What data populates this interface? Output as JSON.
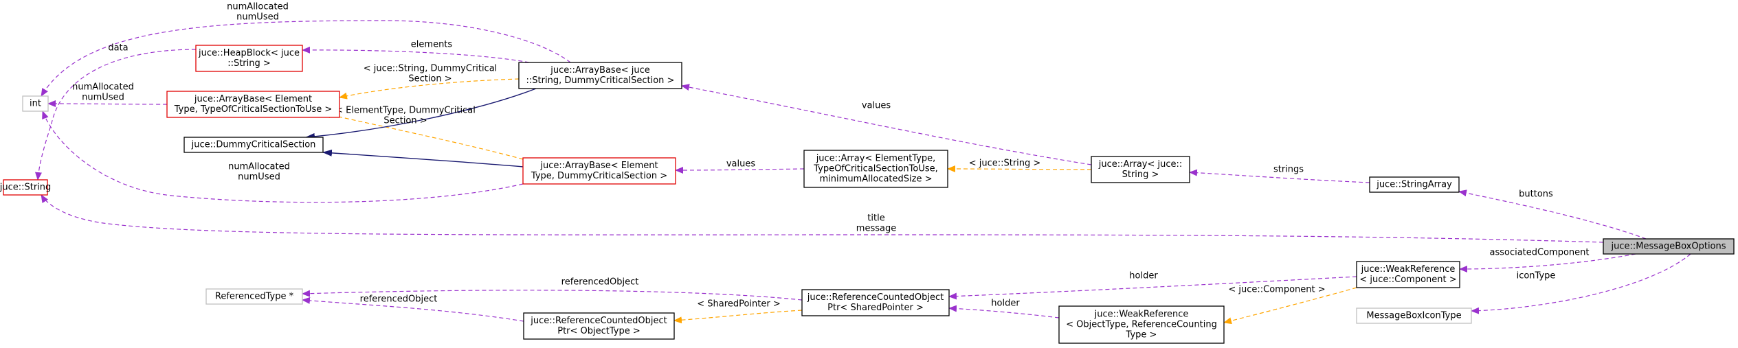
{
  "colors": {
    "usage_edge": "#9a32cd",
    "template_edge": "#ffa500",
    "inheritance_edge": "#191970",
    "red_border": "#e00000",
    "grey_border": "#bfbfbf",
    "focus_fill": "#bfbfbf"
  },
  "nodes": {
    "int": [
      "int"
    ],
    "heap": [
      "juce::HeapBlock< juce",
      "::String >"
    ],
    "abetc": [
      "juce::ArrayBase< Element",
      "Type, TypeOfCriticalSectionToUse >"
    ],
    "dcs": [
      "juce::DummyCriticalSection"
    ],
    "string": [
      "juce::String"
    ],
    "abjs": [
      "juce::ArrayBase< juce",
      "::String, DummyCriticalSection >"
    ],
    "abedc": [
      "juce::ArrayBase< Element",
      "Type, DummyCriticalSection >"
    ],
    "arr_tmpl": [
      "juce::Array< ElementType,",
      "TypeOfCriticalSectionToUse,",
      "minimumAllocatedSize >"
    ],
    "arr_str": [
      "juce::Array< juce::",
      "String >"
    ],
    "strarr": [
      "juce::StringArray"
    ],
    "mbo": [
      "juce::MessageBoxOptions"
    ],
    "weakref_comp": [
      "juce::WeakReference",
      "< juce::Component >"
    ],
    "mbit": [
      "MessageBoxIconType"
    ],
    "reftype": [
      "ReferencedType *"
    ],
    "rcop_sp": [
      "juce::ReferenceCountedObject",
      "Ptr< SharedPointer >"
    ],
    "rcop_ot": [
      "juce::ReferenceCountedObject",
      "Ptr< ObjectType >"
    ],
    "weakref_tmpl": [
      "juce::WeakReference",
      "< ObjectType, ReferenceCounting",
      "Type >"
    ]
  },
  "edge_labels": {
    "num_top": [
      "numAllocated",
      "numUsed"
    ],
    "elements": [
      "elements"
    ],
    "data": [
      "data"
    ],
    "num_mid": [
      "numAllocated",
      "numUsed"
    ],
    "tmpl_js": [
      "< juce::String, DummyCritical",
      "Section >"
    ],
    "tmpl_edc": [
      "< ElementType, DummyCritical",
      "Section >"
    ],
    "num_bottom": [
      "numAllocated",
      "numUsed"
    ],
    "values_top": [
      "values"
    ],
    "values_mid": [
      "values"
    ],
    "tmpl_str": [
      "< juce::String >"
    ],
    "strings": [
      "strings"
    ],
    "buttons": [
      "buttons"
    ],
    "title_msg": [
      "title",
      "message"
    ],
    "assoc": [
      "associatedComponent"
    ],
    "icon": [
      "iconType"
    ],
    "holder1": [
      "holder"
    ],
    "holder2": [
      "holder"
    ],
    "tmpl_comp": [
      "< juce::Component >"
    ],
    "refobj1": [
      "referencedObject"
    ],
    "refobj2": [
      "referencedObject"
    ],
    "tmpl_sp": [
      "< SharedPointer >"
    ]
  }
}
